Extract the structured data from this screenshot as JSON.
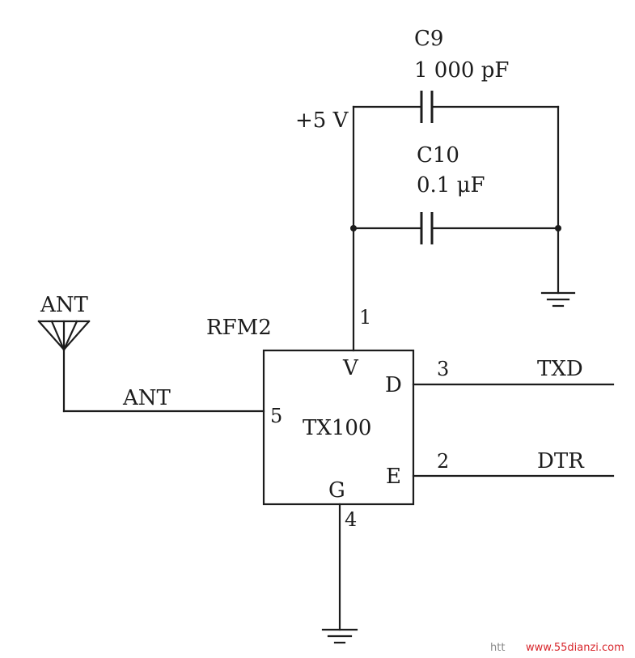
{
  "components": {
    "c9": {
      "ref": "C9",
      "value": "1 000 pF"
    },
    "c10": {
      "ref": "C10",
      "value": "0.1 μF"
    },
    "module": {
      "name": "RFM2",
      "part": "TX100"
    }
  },
  "nets": {
    "supply": "+5 V",
    "antenna_symbol": "ANT",
    "antenna_net": "ANT",
    "txd": "TXD",
    "dtr": "DTR"
  },
  "pins": {
    "v_label": "V",
    "v_num": "1",
    "d_label": "D",
    "d_num": "3",
    "e_label": "E",
    "e_num": "2",
    "g_label": "G",
    "g_num": "4",
    "ant_num": "5"
  },
  "watermark": {
    "prefix": "htt",
    "site": "www.55dianzi.com"
  },
  "colors": {
    "ink": "#1c1c1c",
    "watermark": "#d8272d"
  }
}
